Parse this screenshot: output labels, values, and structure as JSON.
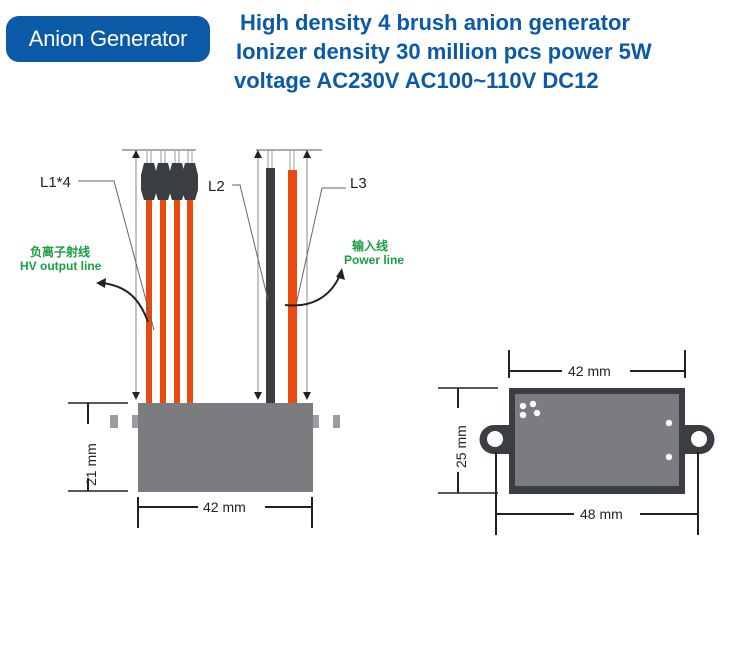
{
  "badge": {
    "label": "Anion Generator",
    "color": "#0a5aa8"
  },
  "headline": {
    "lines": [
      "High density 4 brush anion generator",
      "Ionizer density 30 million pcs power 5W",
      "voltage AC230V AC100~110V  DC12"
    ],
    "color": "#0a5aa8"
  },
  "side_view": {
    "labels": {
      "l1": "L1*4",
      "l2": "L2",
      "l3": "L3"
    },
    "hv_output": {
      "cn": "负离子射线",
      "en": "HV output line"
    },
    "power_input": {
      "cn": "输入线",
      "en": "Power line"
    },
    "height_dim": "21 mm",
    "width_dim": "42 mm"
  },
  "top_view": {
    "inner_width_dim": "42 mm",
    "outer_width_dim": "48 mm",
    "height_dim": "25 mm"
  },
  "colors": {
    "wire_red": "#e84a10",
    "wire_black": "#3a3d42",
    "body_gray": "#7a7c7f",
    "annotation_green": "#18a040"
  }
}
